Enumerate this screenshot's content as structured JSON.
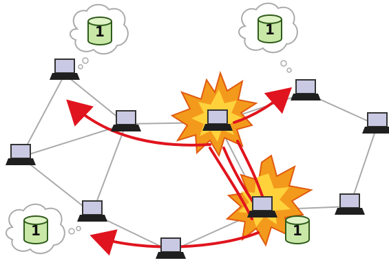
{
  "diagram": {
    "nodes": [
      {
        "id": "n-top-left"
      },
      {
        "id": "n-center-upper"
      },
      {
        "id": "n-far-left"
      },
      {
        "id": "n-left-lower"
      },
      {
        "id": "n-bottom-center"
      },
      {
        "id": "n-explosion-top"
      },
      {
        "id": "n-explosion-bottom"
      },
      {
        "id": "n-top-right"
      },
      {
        "id": "n-right"
      },
      {
        "id": "n-right-lower"
      }
    ],
    "databases": [
      {
        "label": "1",
        "style": "thought-bubble"
      },
      {
        "label": "1",
        "style": "thought-bubble"
      },
      {
        "label": "1",
        "style": "thought-bubble"
      },
      {
        "label": "1",
        "style": "plain"
      }
    ],
    "colors": {
      "link": "#aaaaaa",
      "arrow": "#e0141e",
      "burst_outer": "#f39a1c",
      "burst_inner": "#ffd23c",
      "db_fill": "#c9e8a8",
      "db_stroke": "#2e5a1a",
      "laptop_screen": "#c9c9e3",
      "laptop_body": "#1f1f1f"
    }
  }
}
